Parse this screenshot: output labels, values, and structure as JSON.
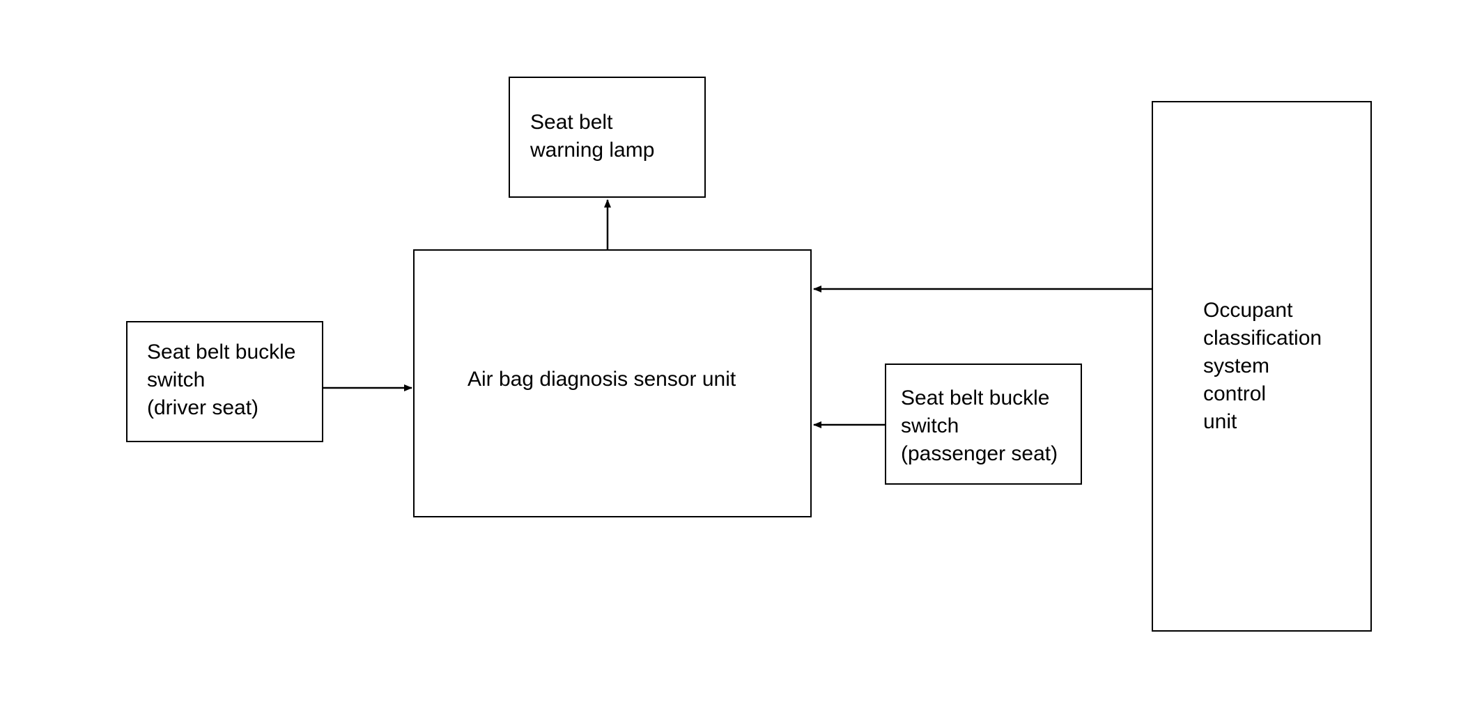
{
  "nodes": {
    "warning_lamp": {
      "lines": [
        "Seat belt",
        "warning lamp"
      ]
    },
    "sensor_unit": {
      "lines": [
        "Air bag diagnosis sensor unit"
      ]
    },
    "driver_switch": {
      "lines": [
        "Seat belt buckle",
        "switch",
        "(driver seat)"
      ]
    },
    "passenger_switch": {
      "lines": [
        "Seat belt buckle",
        "switch",
        "(passenger seat)"
      ]
    },
    "occupant_unit": {
      "lines": [
        "Occupant",
        "classification",
        "system",
        "control",
        "unit"
      ]
    }
  },
  "connections": [
    {
      "from": "sensor_unit",
      "to": "warning_lamp"
    },
    {
      "from": "driver_switch",
      "to": "sensor_unit"
    },
    {
      "from": "passenger_switch",
      "to": "sensor_unit"
    },
    {
      "from": "occupant_unit",
      "to": "sensor_unit"
    }
  ],
  "colors": {
    "stroke": "#000000",
    "background": "#ffffff"
  }
}
